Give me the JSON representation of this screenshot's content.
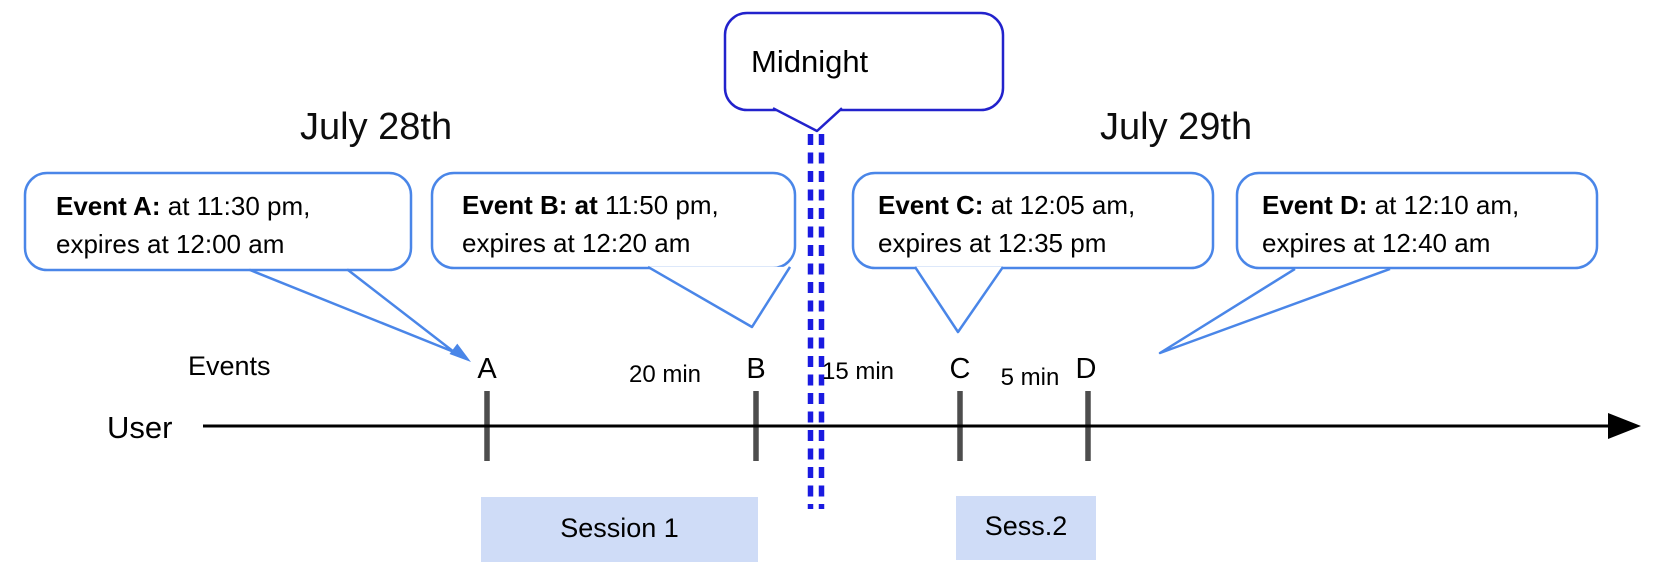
{
  "colors": {
    "bubble_border": "#4a86e8",
    "midnight_border": "#2222cc",
    "dash_blue": "#1a1ae0",
    "tick_gray": "#4d4d4d",
    "timeline_black": "#000000",
    "session_fill": "#cfdcf7"
  },
  "days": {
    "left": "July 28th",
    "right": "July 29th"
  },
  "midnight": {
    "label": "Midnight"
  },
  "bubbles": [
    {
      "bold": "Event A:",
      "line1": "at 11:30 pm,",
      "line2": "expires at 12:00 am"
    },
    {
      "bold": "Event B: at",
      "line1": "11:50 pm,",
      "line2": "expires at 12:20 am"
    },
    {
      "bold": "Event C:",
      "line1": "at 12:05 am,",
      "line2": "expires at 12:35 pm"
    },
    {
      "bold": "Event D:",
      "line1": "at 12:10 am,",
      "line2": "expires at 12:40 am"
    }
  ],
  "timeline": {
    "events_label": "Events",
    "user_label": "User",
    "ticks": [
      "A",
      "B",
      "C",
      "D"
    ],
    "intervals": [
      "20 min",
      "15 min",
      "5 min"
    ]
  },
  "sessions": [
    {
      "label": "Session 1"
    },
    {
      "label": "Sess.2"
    }
  ]
}
